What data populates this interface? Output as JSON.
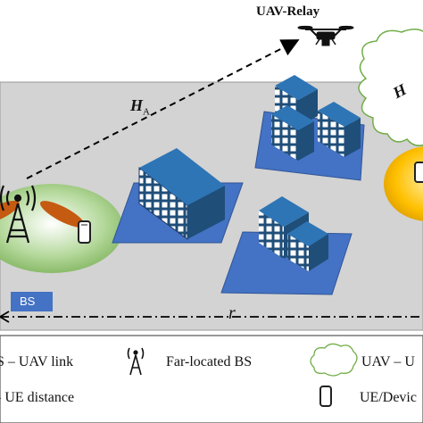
{
  "diagram": {
    "uav_label": "UAV-Relay",
    "link_label_h": "H",
    "link_label_sub": "A",
    "cloud_label": "H",
    "distance_label": "r",
    "bs_tag": "BS"
  },
  "legend": {
    "items": [
      {
        "label": "S – UAV link",
        "icon": "dashed-arrow-icon"
      },
      {
        "label": "Far-located BS",
        "icon": "tower-icon"
      },
      {
        "label": "UAV – U",
        "icon": "cloud-icon"
      },
      {
        "label": "- UE distance",
        "icon": "dashdot-arrow-icon"
      },
      {
        "label": "UE/Devic",
        "icon": "phone-icon"
      }
    ]
  },
  "colors": {
    "ground": "#d3d3d3",
    "building_base": "#4472c4",
    "building_face": "#1f4e79",
    "bs_ellipse": "#92c47d",
    "ue_ellipse": "#ffc000",
    "beam": "#c55a11",
    "cloud_stroke": "#70ad47"
  }
}
